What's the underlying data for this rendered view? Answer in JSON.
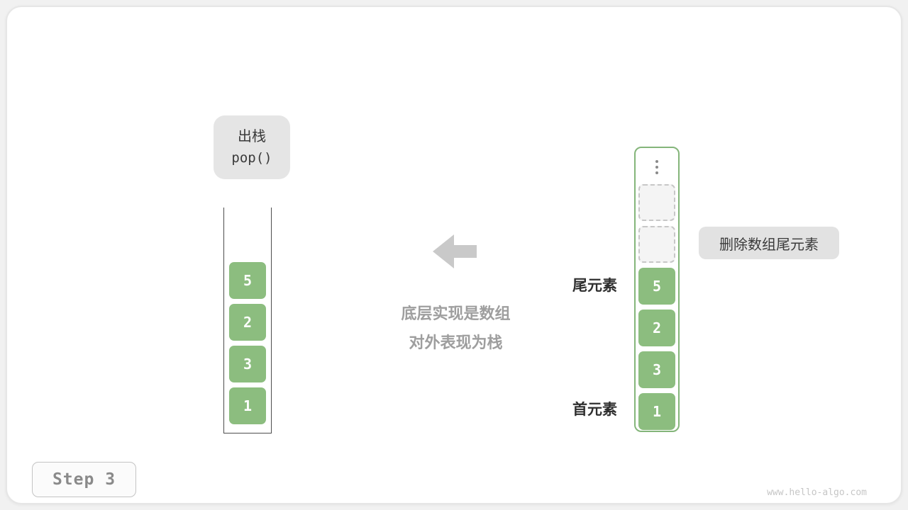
{
  "operation": {
    "line1": "出栈",
    "line2": "pop()"
  },
  "stack": {
    "values": [
      "5",
      "2",
      "3",
      "1"
    ]
  },
  "array": {
    "values": [
      "5",
      "2",
      "3",
      "1"
    ],
    "empty_slot_count": 2
  },
  "labels": {
    "tail": "尾元素",
    "head": "首元素",
    "delete_note": "删除数组尾元素"
  },
  "center_caption": {
    "line1": "底层实现是数组",
    "line2": "对外表现为栈"
  },
  "footer": {
    "step": "Step 3",
    "watermark": "www.hello-algo.com"
  },
  "colors": {
    "cell_green": "#8cbd7f",
    "array_border_green": "#84b57a",
    "label_gray_bg": "#e5e5e5",
    "arrow_gray": "#c9c9c9",
    "caption_gray": "#9e9e9e",
    "dashed_cell_bg": "#f4f4f4"
  }
}
